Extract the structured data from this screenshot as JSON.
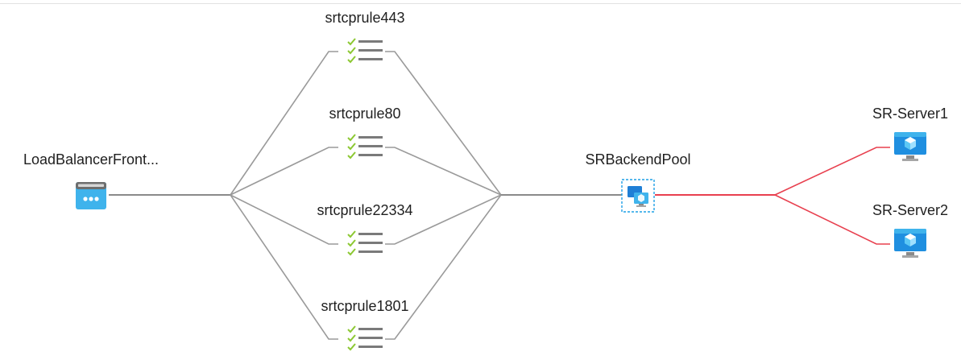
{
  "diagram": {
    "frontend": {
      "label": "LoadBalancerFront...",
      "icon": "load-balancer-frontend-icon"
    },
    "rules": [
      {
        "label": "srtcprule443",
        "icon": "rule-icon"
      },
      {
        "label": "srtcprule80",
        "icon": "rule-icon"
      },
      {
        "label": "srtcprule22334",
        "icon": "rule-icon"
      },
      {
        "label": "srtcprule1801",
        "icon": "rule-icon"
      }
    ],
    "backend_pool": {
      "label": "SRBackendPool",
      "icon": "backend-pool-icon"
    },
    "servers": [
      {
        "label": "SR-Server1",
        "icon": "virtual-machine-icon"
      },
      {
        "label": "SR-Server2",
        "icon": "virtual-machine-icon"
      }
    ],
    "colors": {
      "edge": "#8a8a8a",
      "backend_edge": "#e8404f",
      "check": "#8cc832",
      "rule_lines": "#7a7a7a",
      "azure_blue": "#1fa0e6"
    }
  }
}
